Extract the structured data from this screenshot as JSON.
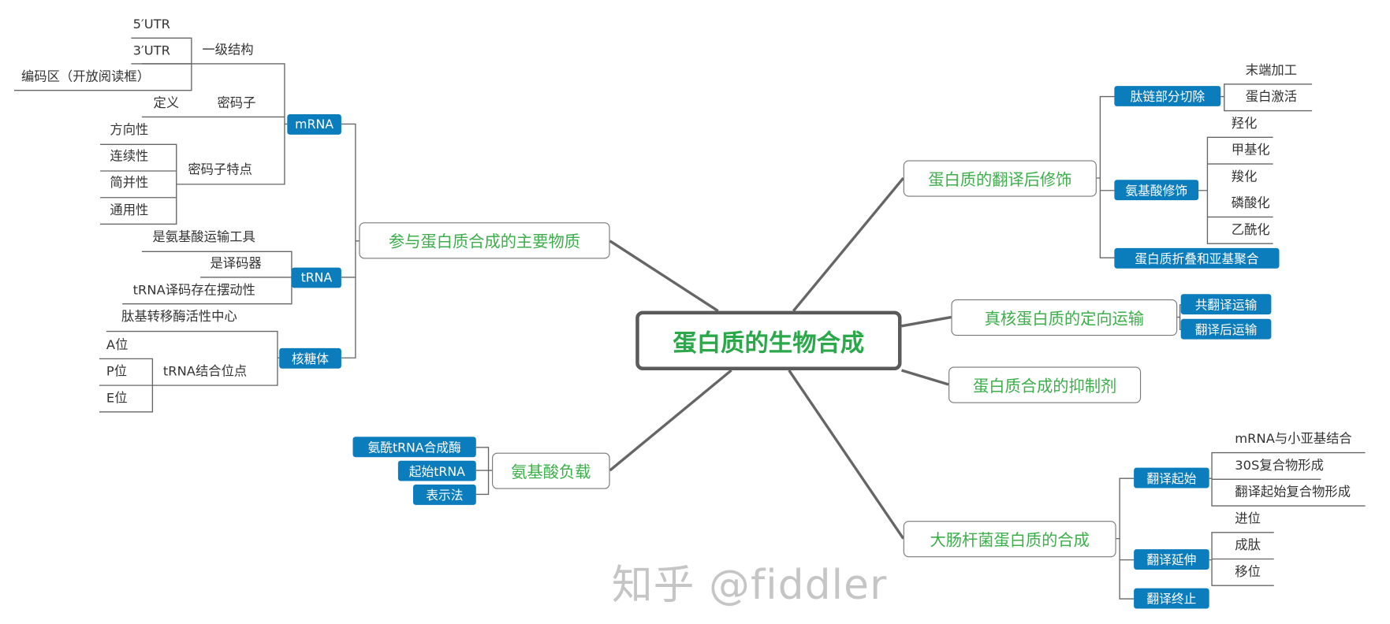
{
  "central": "蛋白质的生物合成",
  "topics": {
    "substances": "参与蛋白质合成的主要物质",
    "aa_loading": "氨基酸负载",
    "ptm": "蛋白质的翻译后修饰",
    "targeting": "真核蛋白质的定向运输",
    "inhibitors": "蛋白质合成的抑制剂",
    "ecoli": "大肠杆菌蛋白质的合成"
  },
  "tags": {
    "mrna": "mRNA",
    "trna": "tRNA",
    "ribosome": "核糖体",
    "aars": "氨酰tRNA合成酶",
    "init_trna": "起始tRNA",
    "notation": "表示法",
    "cleavage": "肽链部分切除",
    "aa_mod": "氨基酸修饰",
    "folding": "蛋白质折叠和亚基聚合",
    "cotrans": "共翻译运输",
    "posttrans": "翻译后运输",
    "initiation": "翻译起始",
    "elongation": "翻译延伸",
    "termination": "翻译终止"
  },
  "leaves": {
    "utr5": "5′UTR",
    "utr3": "3′UTR",
    "orf": "编码区（开放阅读框）",
    "primary": "一级结构",
    "definition": "定义",
    "codon": "密码子",
    "direction": "方向性",
    "continuity": "连续性",
    "degeneracy": "简并性",
    "universality": "通用性",
    "codon_features": "密码子特点",
    "aa_carrier": "是氨基酸运输工具",
    "decoder": "是译码器",
    "wobble": "tRNA译码存在摆动性",
    "ptc": "肽基转移酶活性中心",
    "a_site": "A位",
    "p_site": "P位",
    "e_site": "E位",
    "trna_sites": "tRNA结合位点",
    "end_processing": "末端加工",
    "activation": "蛋白激活",
    "hydroxylation": "羟化",
    "methylation": "甲基化",
    "carboxylation": "羧化",
    "phosphorylation": "磷酸化",
    "acetylation": "乙酰化",
    "mrna_binding": "mRNA与小亚基结合",
    "complex30s": "30S复合物形成",
    "init_complex": "翻译起始复合物形成",
    "entry": "进位",
    "peptide": "成肽",
    "translocation": "移位"
  },
  "watermark": "知乎 @fiddler"
}
